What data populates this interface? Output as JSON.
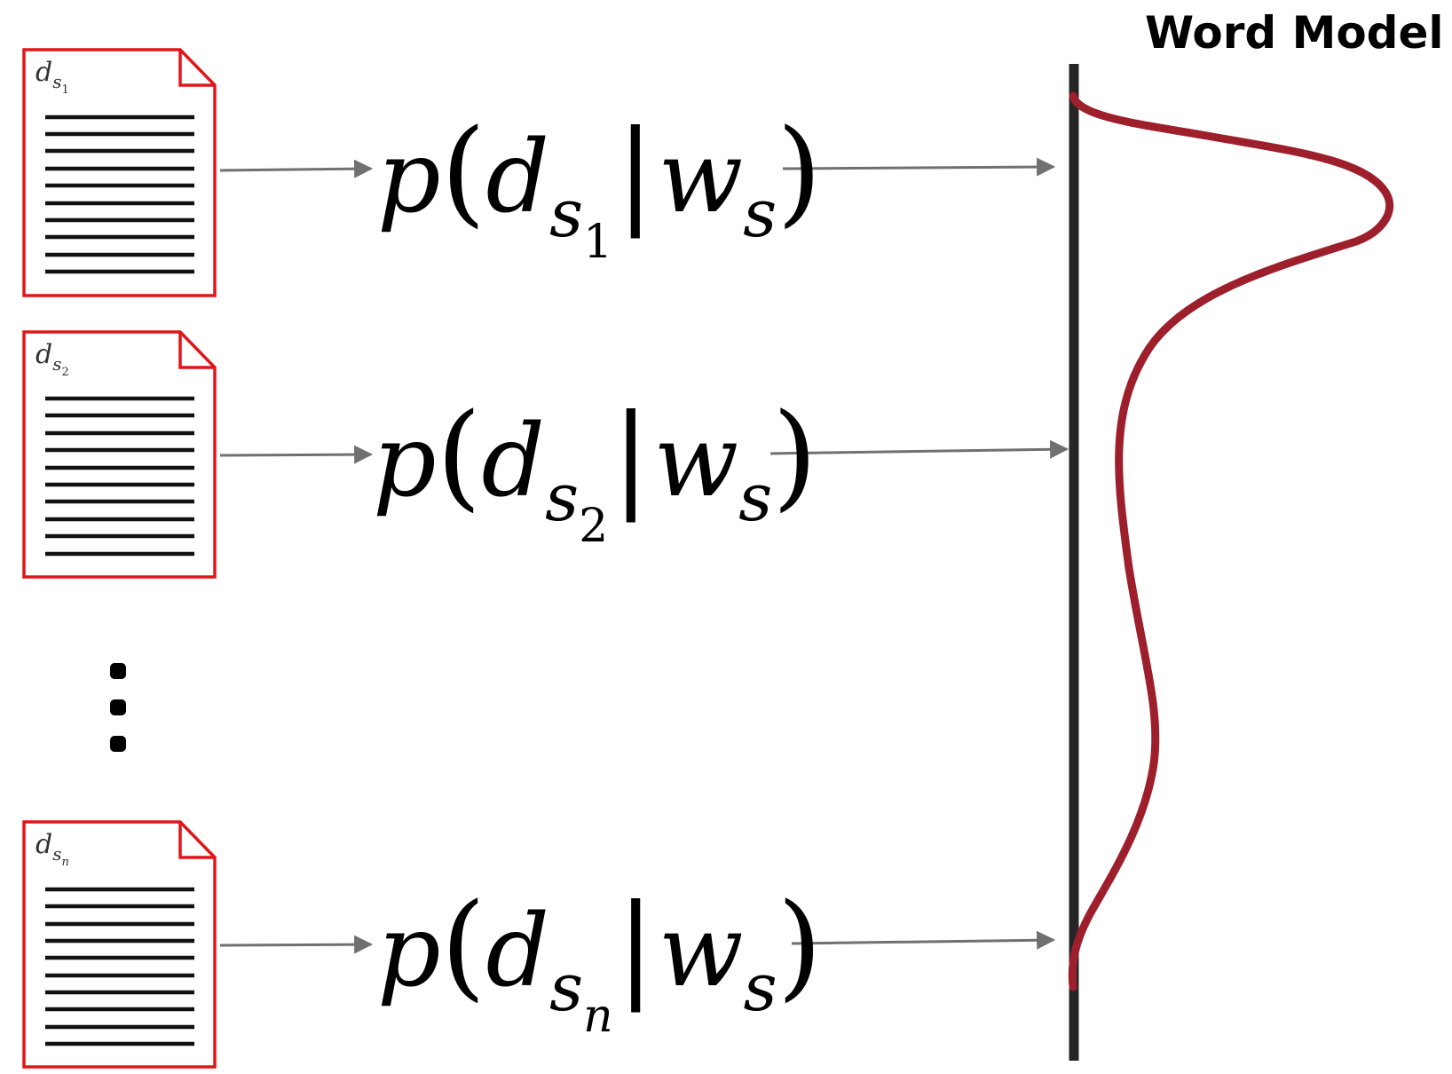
{
  "title": "Word Model",
  "colors": {
    "document_border": "#e0161a",
    "document_lines": "#111111",
    "arrow": "#707070",
    "axis": "#262626",
    "curve": "#9e1f2c"
  },
  "documents": [
    {
      "label": "d",
      "sub": "s",
      "subsub": "1",
      "subsub_italic": false,
      "prob": {
        "p": "p",
        "d": "d",
        "sub": "s",
        "subsub": "1",
        "given": "w",
        "given_sub": "s"
      }
    },
    {
      "label": "d",
      "sub": "s",
      "subsub": "2",
      "subsub_italic": false,
      "prob": {
        "p": "p",
        "d": "d",
        "sub": "s",
        "subsub": "2",
        "given": "w",
        "given_sub": "s"
      }
    },
    {
      "label": "d",
      "sub": "s",
      "subsub": "n",
      "subsub_italic": true,
      "prob": {
        "p": "p",
        "d": "d",
        "sub": "s",
        "subsub": "n",
        "given": "w",
        "given_sub": "s"
      }
    }
  ],
  "ellipsis_icon": "vertical-ellipsis-icon"
}
